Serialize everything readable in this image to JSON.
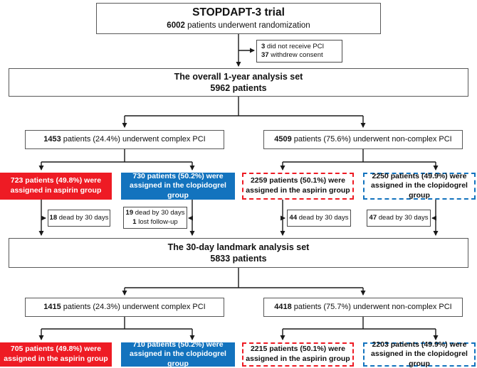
{
  "figure_title": "STOPDAPT-3 trial",
  "colors": {
    "aspirin_red": "#ee1b24",
    "clopidogrel_blue": "#1373be",
    "line_color": "#1a1a1a"
  },
  "nodes": {
    "trial_header": {
      "line1": "STOPDAPT-3 trial",
      "num": "6002",
      "rest": " patients underwent randomization"
    },
    "exclusions": {
      "e1_num": "3",
      "e1_rest": " did not receive PCI",
      "e2_num": "37",
      "e2_rest": " withdrew consent"
    },
    "overall_set": {
      "line1": "The overall 1-year analysis set",
      "line2": "5962 patients"
    },
    "complex_1y": {
      "num": "1453",
      "rest": " patients (24.4%) underwent complex PCI"
    },
    "noncomplex_1y": {
      "num": "4509",
      "rest": " patients (75.6%) underwent non-complex PCI"
    },
    "aspirin_complex_1y": {
      "line1": "723 patients (49.8%) were",
      "line2": "assigned in aspirin group"
    },
    "clopidogrel_complex_1y": {
      "line1": "730 patients (50.2%) were",
      "line2": "assigned in the clopidogrel group"
    },
    "aspirin_noncomplex_1y": {
      "line1": "2259 patients (50.1%) were",
      "line2": "assigned in the aspirin group"
    },
    "clopidogrel_noncomplex_1y": {
      "line1": "2250 patients (49.9%) were",
      "line2": "assigned in the clopidogrel group"
    },
    "dead_aspirin_complex": {
      "num": "18",
      "rest": " dead by 30 days"
    },
    "dead_clopidogrel_complex": {
      "num": "19",
      "rest": " dead by 30 days",
      "num2": "1",
      "rest2": " lost follow-up"
    },
    "dead_aspirin_noncomplex": {
      "num": "44",
      "rest": " dead by 30 days"
    },
    "dead_clopidogrel_noncomplex": {
      "num": "47",
      "rest": " dead by 30 days"
    },
    "landmark_set": {
      "line1": "The 30-day landmark analysis set",
      "line2": "5833 patients"
    },
    "complex_30d": {
      "num": "1415",
      "rest": " patients (24.3%) underwent complex PCI"
    },
    "noncomplex_30d": {
      "num": "4418",
      "rest": " patients (75.7%) underwent non-complex PCI"
    },
    "aspirin_complex_30d": {
      "line1": "705 patients (49.8%) were",
      "line2": "assigned in the aspirin group"
    },
    "clopidogrel_complex_30d": {
      "line1": "710 patients (50.2%) were",
      "line2": "assigned in the clopidogrel group"
    },
    "aspirin_noncomplex_30d": {
      "line1": "2215 patients (50.1%) were",
      "line2": "assigned in the aspirin group"
    },
    "clopidogrel_noncomplex_30d": {
      "line1": "2203 patients (49.9%) were",
      "line2": "assigned in the clopidogrel group"
    }
  }
}
